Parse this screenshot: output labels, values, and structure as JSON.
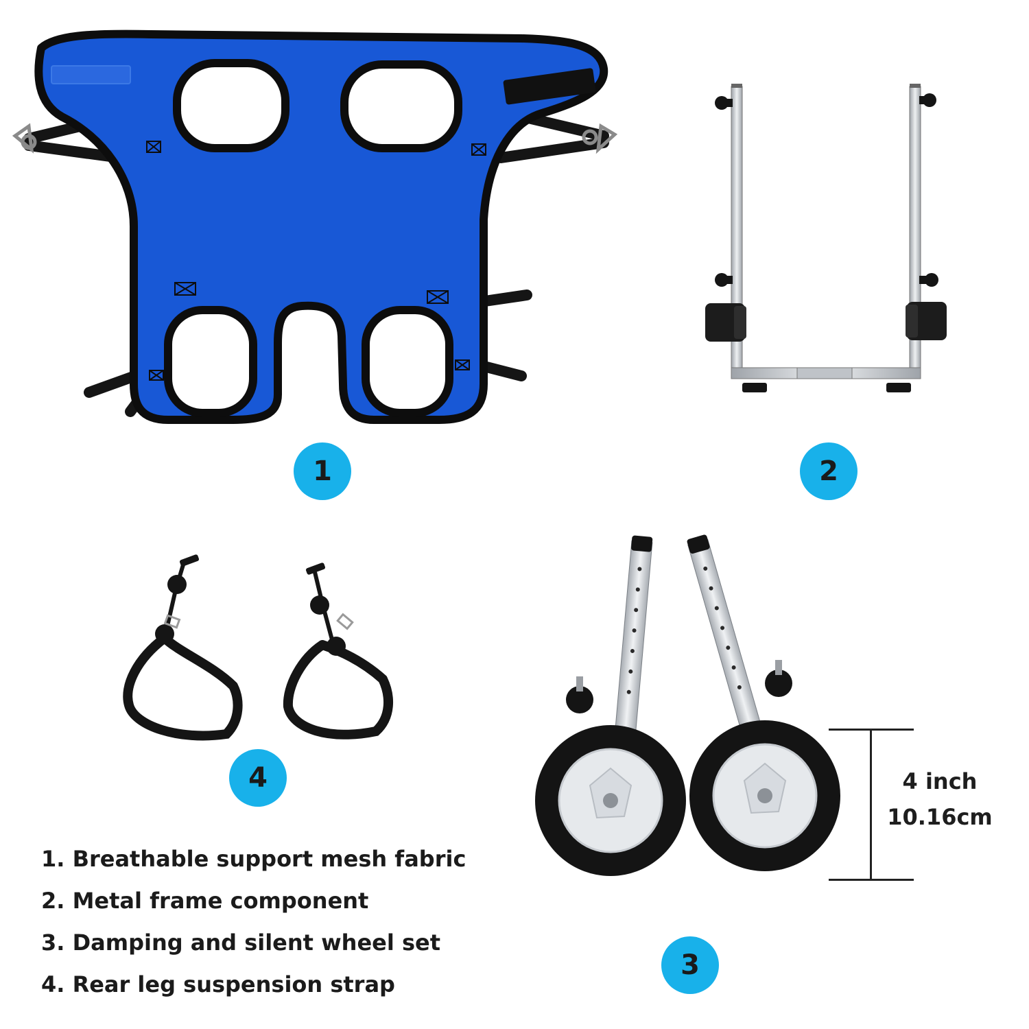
{
  "products": [
    {
      "number": "1",
      "icon": "harness-vest-icon"
    },
    {
      "number": "2",
      "icon": "metal-frame-icon"
    },
    {
      "number": "3",
      "icon": "wheel-set-icon"
    },
    {
      "number": "4",
      "icon": "suspension-strap-icon"
    }
  ],
  "legend": [
    "1. Breathable support mesh fabric",
    "2. Metal frame component",
    "3. Damping and silent wheel set",
    "4. Rear leg suspension strap"
  ],
  "dimension": {
    "imperial": "4 inch",
    "metric": "10.16cm"
  },
  "colors": {
    "badge": "#18b1ea",
    "fabric": "#1858d6",
    "trim": "#101010",
    "metal": "#cfd3d8"
  }
}
